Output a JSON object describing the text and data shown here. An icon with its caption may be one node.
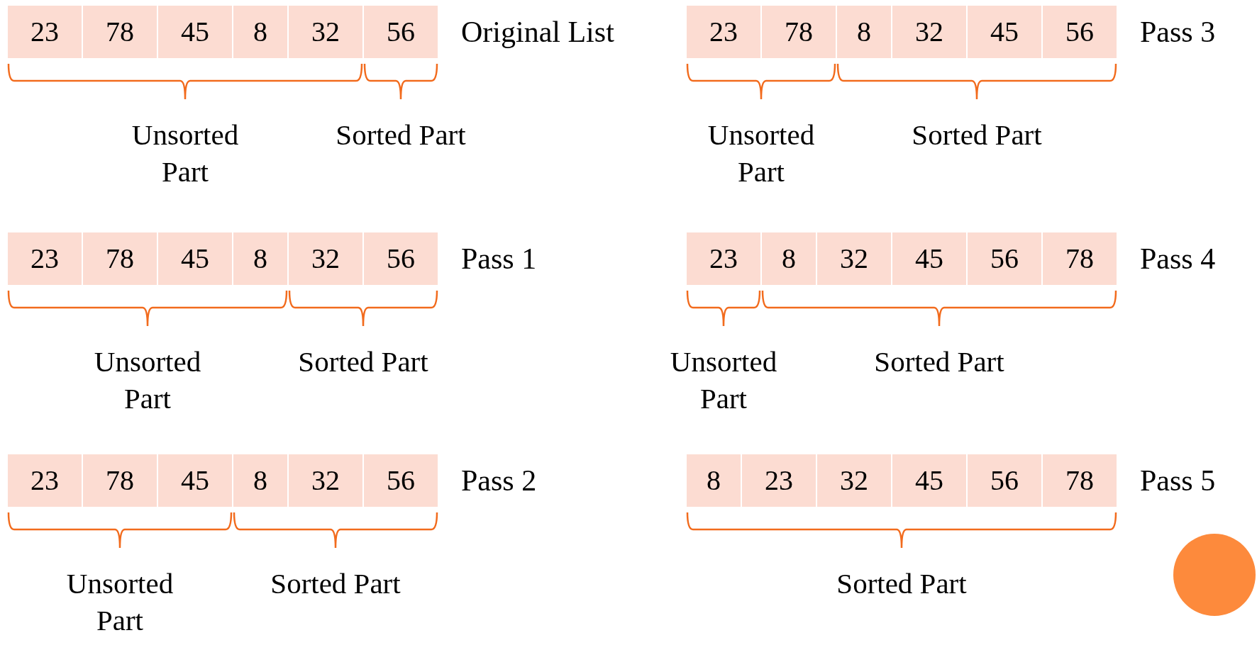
{
  "diagram": {
    "nodes": [
      {
        "text": [
          "23"
        ]
      },
      {
        "text": [
          "78"
        ]
      },
      {
        "text": [
          "45"
        ]
      },
      {
        "text": [
          "8"
        ]
      },
      {
        "text": [
          "32"
        ]
      },
      {
        "text": [
          "56"
        ]
      },
      {
        "text": [
          "23"
        ]
      },
      {
        "text": [
          "78"
        ]
      },
      {
        "text": [
          "45"
        ]
      },
      {
        "text": [
          "8"
        ]
      },
      {
        "text": [
          "32"
        ]
      },
      {
        "text": [
          "56"
        ]
      },
      {
        "text": [
          "23"
        ]
      },
      {
        "text": [
          "78"
        ]
      },
      {
        "text": [
          "45"
        ]
      },
      {
        "text": [
          "8"
        ]
      },
      {
        "text": [
          "32"
        ]
      },
      {
        "text": [
          "56"
        ]
      },
      {
        "text": [
          "23"
        ]
      },
      {
        "text": [
          "78"
        ]
      },
      {
        "text": [
          "8"
        ]
      },
      {
        "text": [
          "32"
        ]
      },
      {
        "text": [
          "45"
        ]
      },
      {
        "text": [
          "56"
        ]
      },
      {
        "text": [
          "23"
        ]
      },
      {
        "text": [
          "8"
        ]
      },
      {
        "text": [
          "32"
        ]
      },
      {
        "text": [
          "45"
        ]
      },
      {
        "text": [
          "56"
        ]
      },
      {
        "text": [
          "78"
        ]
      },
      {
        "text": [
          "8"
        ]
      },
      {
        "text": [
          "23"
        ]
      },
      {
        "text": [
          "32"
        ]
      },
      {
        "text": [
          "45"
        ]
      },
      {
        "text": [
          "56"
        ]
      },
      {
        "text": [
          "78"
        ]
      }
    ],
    "labels": [
      "Original List",
      "Unsorted Part",
      "Sorted Part",
      "Pass 1",
      "Unsorted Part",
      "Sorted Part",
      "Pass 2",
      "Unsorted Part",
      "Sorted Part",
      "Pass 3",
      "Unsorted Part",
      "Sorted Part",
      "Pass 4",
      "Unsorted Part",
      "Sorted Part",
      "Pass 5",
      "Sorted Part"
    ]
  }
}
